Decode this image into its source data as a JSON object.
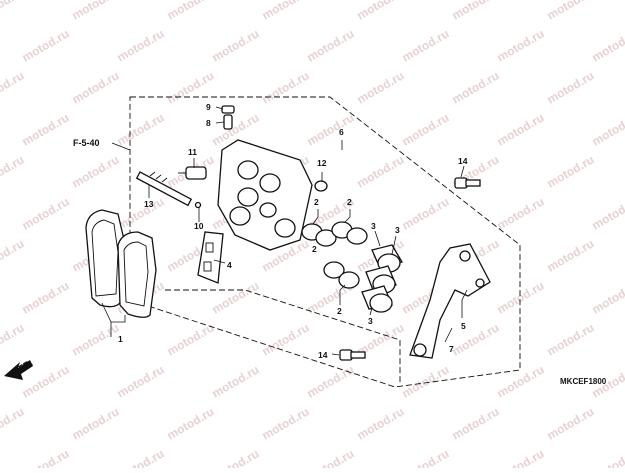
{
  "watermark_text": "motod.ru",
  "diagram_code": "MKCEF1800",
  "reference_callout": "F-5-40",
  "direction_label": "FR.",
  "part_numbers": {
    "p1": "1",
    "p2a": "2",
    "p2b": "2",
    "p2c": "2",
    "p2d": "2",
    "p3a": "3",
    "p3b": "3",
    "p3c": "3",
    "p4": "4",
    "p5": "5",
    "p6": "6",
    "p7": "7",
    "p8": "8",
    "p9": "9",
    "p10": "10",
    "p11": "11",
    "p12": "12",
    "p13": "13",
    "p14a": "14",
    "p14b": "14"
  }
}
